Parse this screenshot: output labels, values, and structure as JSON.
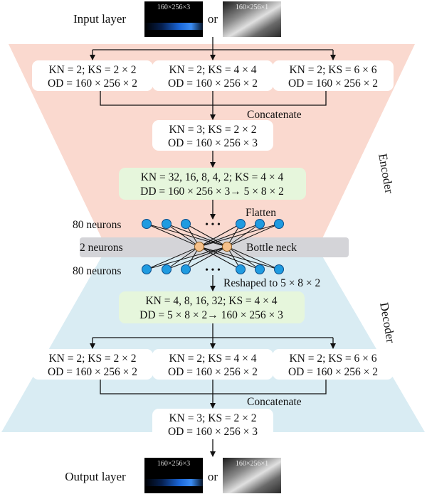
{
  "input_layer": {
    "label": "Input layer",
    "or": "or",
    "img1_caption": "160×256×3",
    "img2_caption": "160×256×1"
  },
  "output_layer": {
    "label": "Output layer",
    "or": "or",
    "img1_caption": "160×256×3",
    "img2_caption": "160×256×1"
  },
  "encoder": {
    "label": "Encoder",
    "branches": [
      {
        "l1": "KN = 2; KS = 2 × 2",
        "l2": "OD = 160 × 256 × 2"
      },
      {
        "l1": "KN = 2; KS = 4 × 4",
        "l2": "OD = 160 × 256 × 2"
      },
      {
        "l1": "KN = 2; KS = 6 × 6",
        "l2": "OD = 160 × 256 × 2"
      }
    ],
    "concat_label": "Concatenate",
    "merge": {
      "l1": "KN = 3; KS = 2 × 2",
      "l2": "OD = 160 × 256 × 3"
    },
    "conv": {
      "l1": "KN = 32, 16, 8, 4, 2; KS = 4 × 4",
      "l2": "DD = 160 × 256 × 3→ 5 × 8 × 2"
    },
    "flatten_label": "Flatten"
  },
  "bottleneck": {
    "top_neurons": "80 neurons",
    "middle_neurons": "2 neurons",
    "label": "Bottle neck",
    "bottom_neurons": "80 neurons",
    "ellipsis_top": "• • •",
    "ellipsis_bottom": "• • •"
  },
  "decoder": {
    "label": "Decoder",
    "reshape_label": "Reshaped to 5 × 8 × 2",
    "deconv": {
      "l1": "KN = 4, 8, 16, 32; KS = 4 × 4",
      "l2": "DD = 5 × 8 × 2→ 160 × 256 × 3"
    },
    "branches": [
      {
        "l1": "KN = 2; KS = 2 × 2",
        "l2": "OD = 160 × 256 × 2"
      },
      {
        "l1": "KN = 2; KS = 4 × 4",
        "l2": "OD = 160 × 256 × 2"
      },
      {
        "l1": "KN = 2; KS = 6 × 6",
        "l2": "OD = 160 × 256 × 2"
      }
    ],
    "concat_label": "Concatenate",
    "merge": {
      "l1": "KN = 3; KS = 2 × 2",
      "l2": "OD = 160 × 256 × 3"
    }
  },
  "colors": {
    "encoder_bg": "#fad9cf",
    "decoder_bg": "#d9ecf3",
    "bottleneck_band": "#d4d4d8",
    "green_box": "#e6f6dc",
    "neuron_blue": "#1f9be0",
    "neuron_orange": "#f5c08a"
  }
}
